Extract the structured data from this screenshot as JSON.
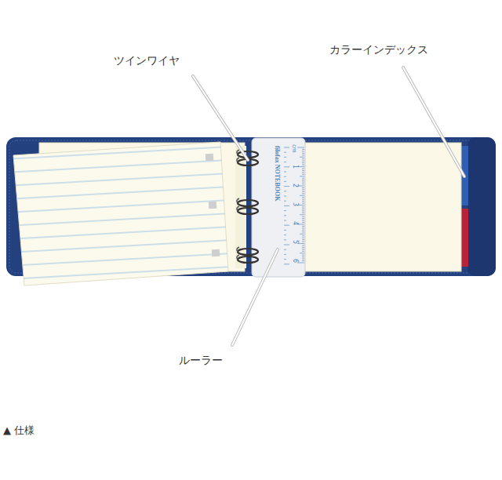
{
  "diagram": {
    "labels": [
      "ツインワイヤ",
      "カラーインデックス",
      "ルーラー",
      "cm",
      "1",
      "2",
      "3",
      "4",
      "5",
      "6",
      "filofax NOTEBOOK",
      "▲ 仕様"
    ]
  }
}
